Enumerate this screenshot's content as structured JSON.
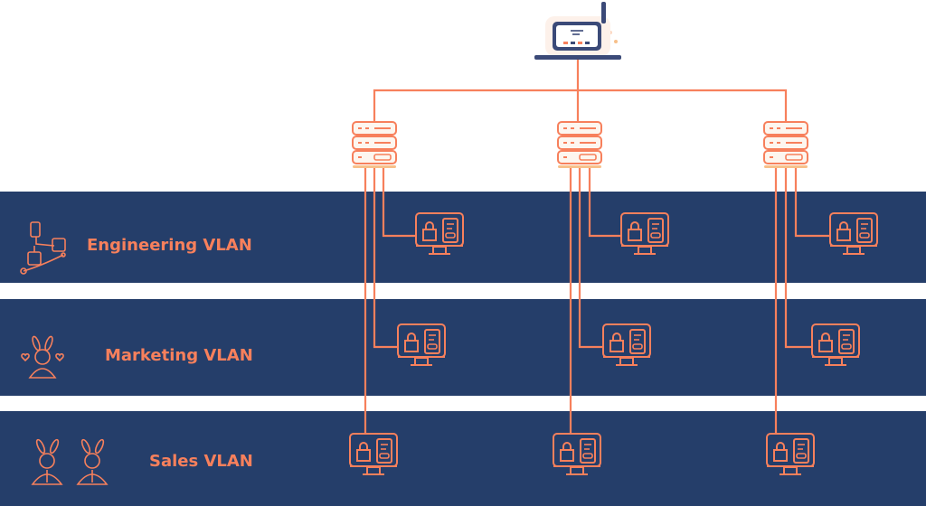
{
  "colors": {
    "background": "#ffffff",
    "band": "#253e6a",
    "accent": "#f7805c",
    "device_fill": "#fdf6ef",
    "router_body": "#3b4a78",
    "router_screen": "#ffffff"
  },
  "icons": {
    "router": "router-icon",
    "switch": "switch-icon",
    "workstation": "workstation-icon",
    "engineering": "engineering-team-icon",
    "marketing": "marketing-person-icon",
    "sales": "sales-people-icon"
  },
  "vlans": [
    {
      "id": "engineering",
      "label": "Engineering VLAN"
    },
    {
      "id": "marketing",
      "label": "Marketing VLAN"
    },
    {
      "id": "sales",
      "label": "Sales VLAN"
    }
  ]
}
